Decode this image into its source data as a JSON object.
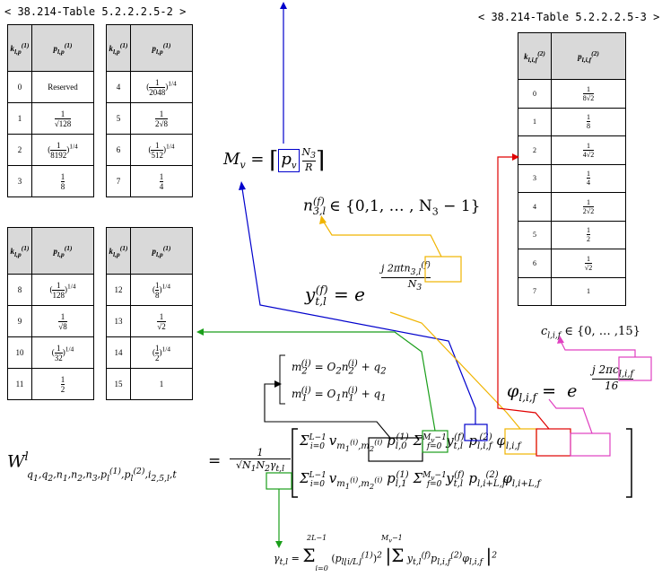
{
  "captions": {
    "left": "< 38.214-Table 5.2.2.2.5-2 >",
    "right": "< 38.214-Table 5.2.2.2.5-3 >"
  },
  "tables": {
    "t1": {
      "head_k": "k(1)l,p",
      "head_p": "p(1)l,p",
      "rows": [
        [
          "0",
          "Reserved"
        ],
        [
          "1",
          "1/√128"
        ],
        [
          "2",
          "(1/8192)^1/4"
        ],
        [
          "3",
          "1/8"
        ]
      ]
    },
    "t2": {
      "head_k": "k(1)l,p",
      "head_p": "p(1)l,p",
      "rows": [
        [
          "4",
          "(1/2048)^1/4"
        ],
        [
          "5",
          "1/(2√8)"
        ],
        [
          "6",
          "(1/512)^1/4"
        ],
        [
          "7",
          "1/4"
        ]
      ]
    },
    "t3": {
      "head_k": "k(1)l,p",
      "head_p": "p(1)l,p",
      "rows": [
        [
          "8",
          "(1/128)^1/4"
        ],
        [
          "9",
          "1/√8"
        ],
        [
          "10",
          "(1/32)^1/4"
        ],
        [
          "11",
          "1/2"
        ]
      ]
    },
    "t4": {
      "head_k": "k(1)l,p",
      "head_p": "p(1)l,p",
      "rows": [
        [
          "12",
          "(1/8)^1/4"
        ],
        [
          "13",
          "1/√2"
        ],
        [
          "14",
          "(1/2)^1/4"
        ],
        [
          "15",
          "1"
        ]
      ]
    },
    "t5": {
      "head_k": "k(2)l,i,f",
      "head_p": "p(2)l,i,f",
      "rows": [
        [
          "0",
          "1/(8√2)"
        ],
        [
          "1",
          "1/8"
        ],
        [
          "2",
          "1/(4√2)"
        ],
        [
          "3",
          "1/4"
        ],
        [
          "4",
          "1/(2√2)"
        ],
        [
          "5",
          "1/2"
        ],
        [
          "6",
          "1/√2"
        ],
        [
          "7",
          "1"
        ]
      ]
    }
  },
  "equations": {
    "mv": "Mv = ⌈pv·N3/R⌉",
    "n3": "n(f)3,l ∈ {0,1,…,N3 − 1}",
    "y": "y(f)t,l = e^(j·2πtn(f)3,l/N3)",
    "c": "cl,i,f ∈ {0,…,15}",
    "phi": "φl,i,f = e^(j·2πcl,i,f/16)",
    "m2": "m(i)2 = O2n(i)2 + q2",
    "m1": "m(i)1 = O1n(i)1 + q1",
    "w": "W l q1,q2,n1,n2,n3,p(1)l,p(2)l,i2,5,l,t",
    "gamma": "γt,l"
  },
  "colors": {
    "blue": "#0000cc",
    "yellow": "#f0b400",
    "green": "#1a9e1a",
    "red": "#e00000",
    "magenta": "#e040c0",
    "black": "#000000"
  }
}
